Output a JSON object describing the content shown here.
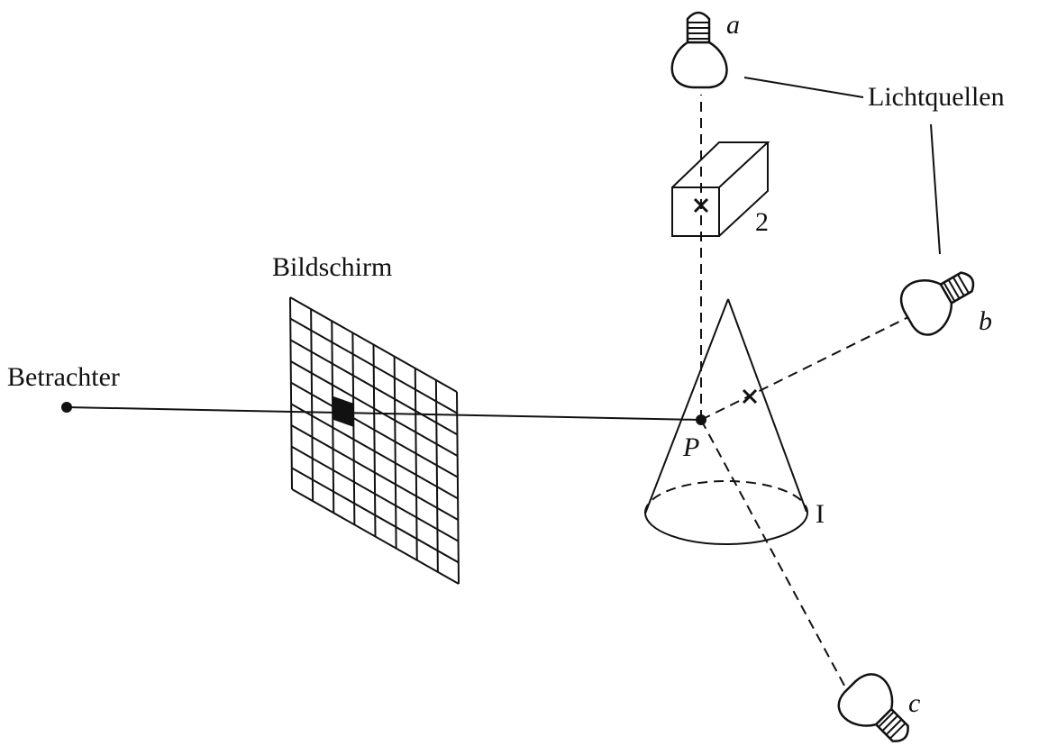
{
  "labels": {
    "viewer": "Betrachter",
    "screen": "Bildschirm",
    "light_sources": "Lichtquellen",
    "light_a": "a",
    "light_b": "b",
    "light_c": "c",
    "point": "P",
    "object_1": "I",
    "object_2": "2"
  },
  "screen_grid": {
    "rows": 9,
    "cols": 8
  }
}
